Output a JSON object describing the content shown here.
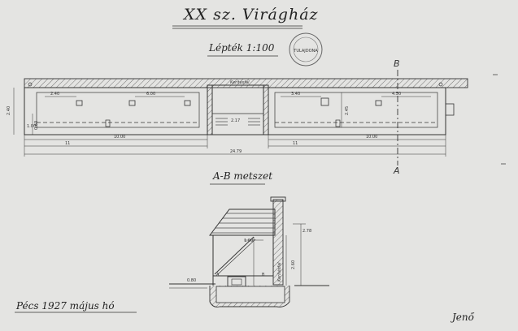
{
  "title": "XX sz. Virágház",
  "scale": "Lépték 1:100",
  "section_title": "A-B metszet",
  "place_date": "Pécs 1927 május hó",
  "signature": "Jenő",
  "section_marker": "B",
  "section_marker_bottom": "A",
  "stamp_text": "TULAJDONA",
  "wall_label": "Kerítésfal",
  "plan_dimensions": {
    "total_length": "24.79",
    "left_wing": "11",
    "right_wing": "11",
    "bed_left": "10.00",
    "bed_right": "10.00",
    "pipe_left_a": "2.40",
    "pipe_left_b": "6.00",
    "pipe_right_a": "3.40",
    "pipe_right_b": "4.50",
    "depth_left": "2.40",
    "depth_right": "2.45",
    "passage": "2.17",
    "small_a": "1.00",
    "small_b": "0.60"
  },
  "section_labels": {
    "wall": "Kerítésfal",
    "height_total": "2.78",
    "height_wall": "2.60",
    "level_a": "A",
    "level_b": "B",
    "depth": "0.80",
    "pit": "1.00"
  },
  "colors": {
    "paper": "#e4e4e2",
    "ink": "#3a3a3a"
  }
}
